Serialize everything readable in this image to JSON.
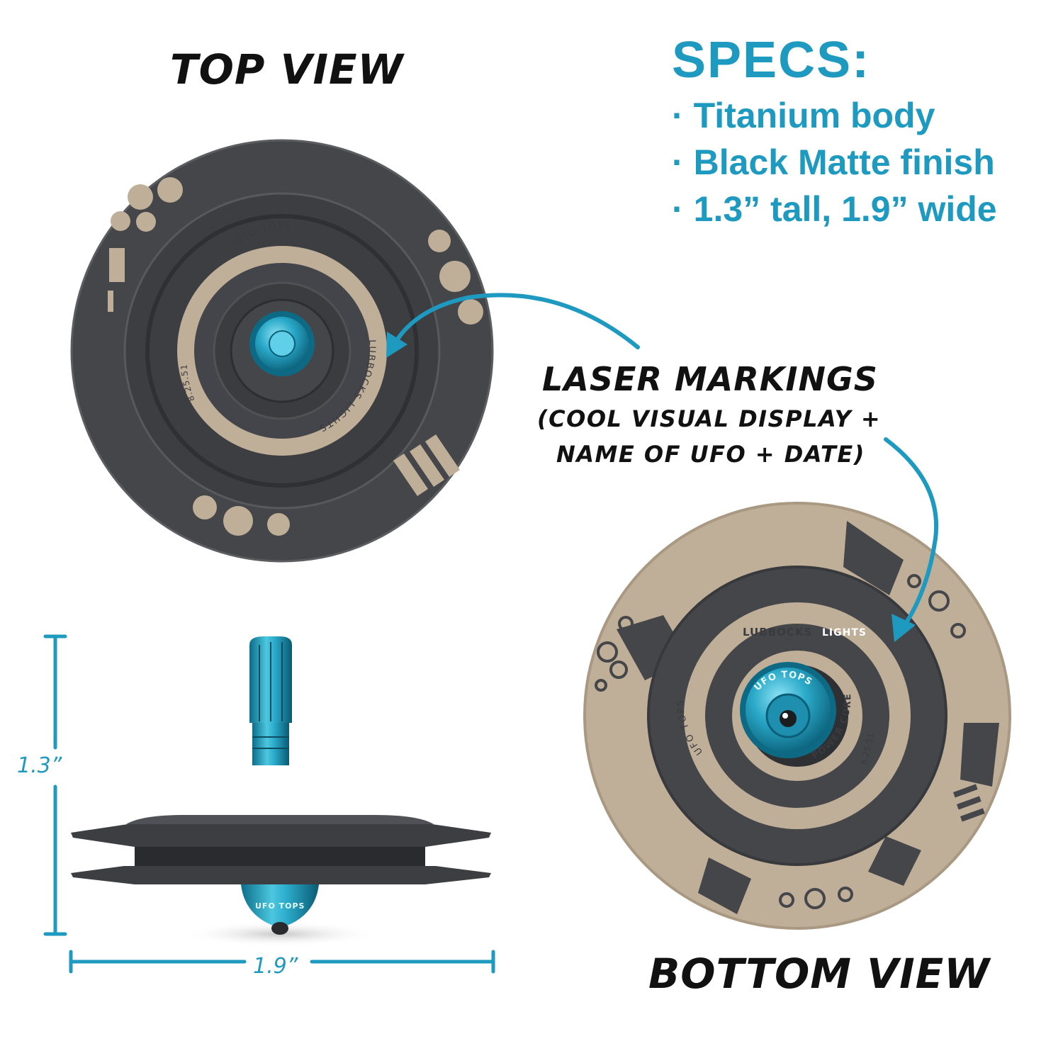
{
  "titles": {
    "top_view": "TOP VIEW",
    "bottom_view": "BOTTOM VIEW"
  },
  "specs": {
    "title": "SPECS:",
    "bullet": "·",
    "items": [
      "Titanium body",
      "Black Matte finish",
      "1.3” tall, 1.9” wide"
    ]
  },
  "callout": {
    "title": "LASER MARKINGS",
    "line1": "(COOL VISUAL DISPLAY +",
    "line2": "NAME OF UFO + DATE)"
  },
  "dimensions": {
    "height": "1.3”",
    "width": "1.9”"
  },
  "top_engraving": {
    "brand": "UFO TOPS",
    "name": "LUBBOCKS LIGHTS",
    "date": "8.25.51"
  },
  "bottom_engraving": {
    "name_part1": "LUBBOCKS",
    "name_part2": "LIGHTS",
    "brand": "UFO TOPS",
    "model": "POWER CORE V1",
    "date": "8.25.51",
    "core_brand": "UFO TOPS"
  },
  "side_engraving": {
    "brand": "UFO TOPS"
  },
  "colors": {
    "accent_blue": "#1e9ac0",
    "body_dark": "#4a4b4e",
    "engrave_bronze": "#bfae98"
  }
}
